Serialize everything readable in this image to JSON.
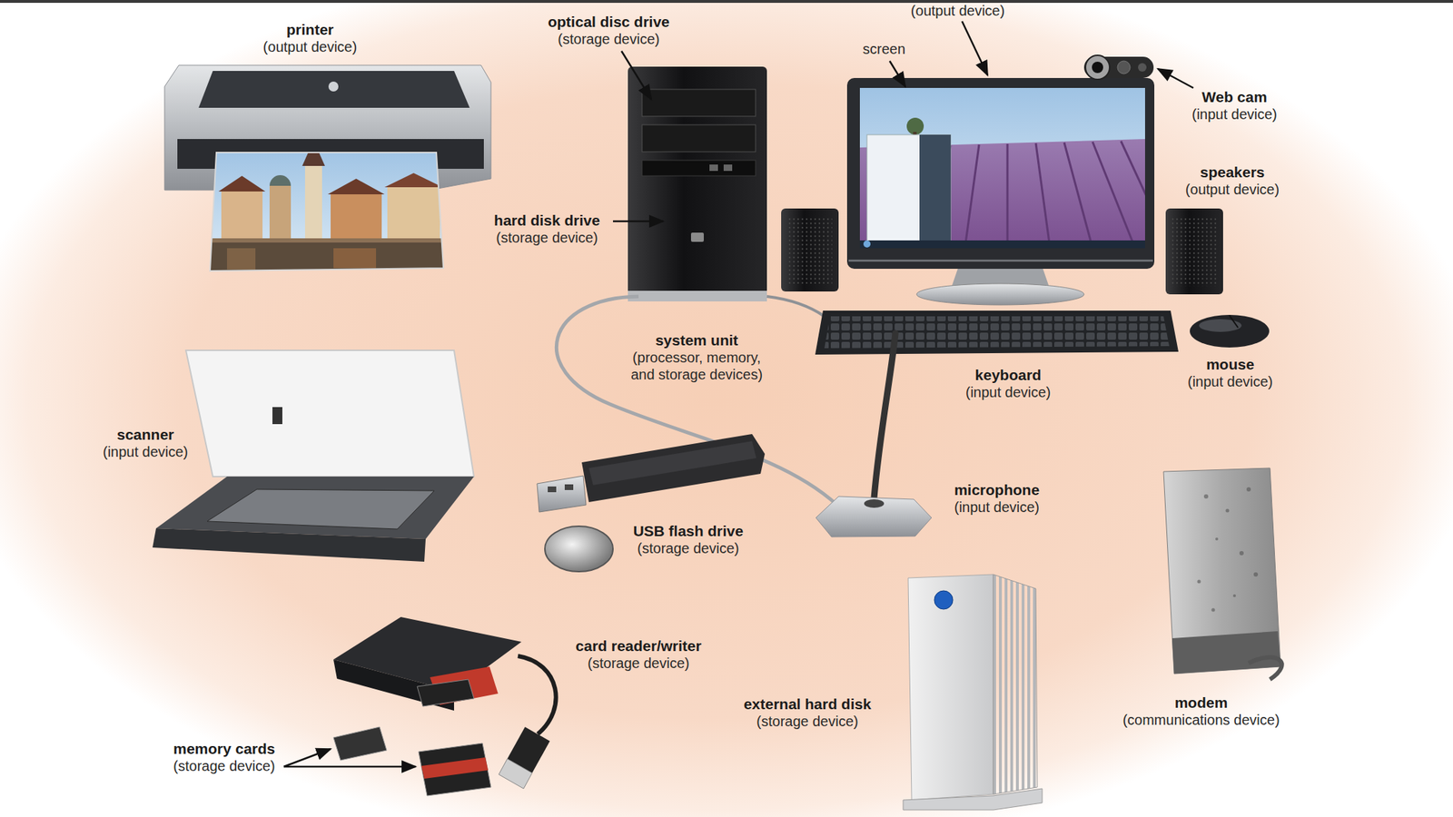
{
  "diagram": {
    "labels": [
      "printer",
      "(output device)",
      "optical disc drive",
      "(storage device)",
      "(output device)",
      "screen",
      "Web cam",
      "(input device)",
      "hard disk drive",
      "(storage device)",
      "speakers",
      "(output device)",
      "system unit",
      "(processor, memory, and storage devices)",
      "keyboard",
      "(input device)",
      "mouse",
      "(input device)",
      "scanner",
      "(input device)",
      "microphone",
      "(input device)",
      "USB flash drive",
      "(storage device)",
      "card reader/writer",
      "(storage device)",
      "modem",
      "(communications device)",
      "external hard disk",
      "(storage device)",
      "memory cards",
      "(storage device)"
    ]
  }
}
